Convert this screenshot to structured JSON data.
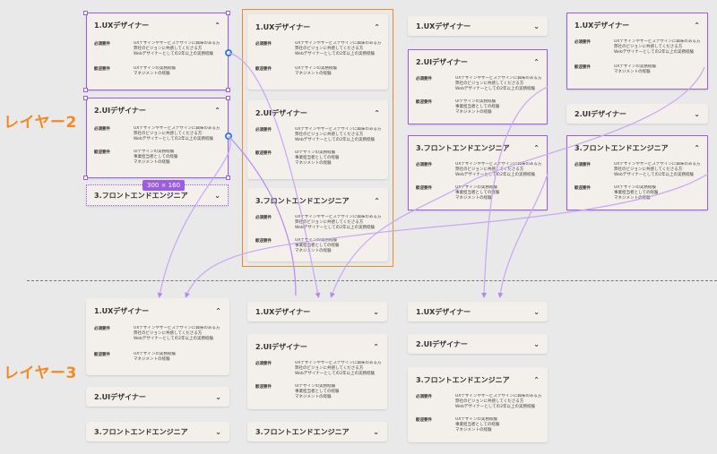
{
  "layers": {
    "layer2": "レイヤー2",
    "layer3": "レイヤー3"
  },
  "size_badge": "300 × 160",
  "colors": {
    "accent_orange": "#f08a24",
    "selection_purple": "#9b5de5",
    "prototype_wire": "#c9a6f5",
    "knob_blue": "#2f7de1"
  },
  "labels": {
    "required": "必須要件",
    "preferred": "歓迎要件"
  },
  "text": {
    "req_lines": [
      "UXデザインやサービスデザインに興味のある方",
      "弊社のビジョンに共感してくださる方",
      "Webデザイナーとしての2年以上の実務経験"
    ],
    "pref_ux": [
      "UXデザインの実務経験",
      "マネジメントの経験"
    ],
    "pref_ui": [
      "UIデザインの実務経験",
      "事業担当者としての経験",
      "マネジメントの経験"
    ],
    "pref_fe": [
      "UXデザインの実務経験",
      "事業担当者としての経験",
      "マネジメントの経験"
    ]
  },
  "cards": {
    "c1": "1.UXデザイナー",
    "c2": "2.UIデザイナー",
    "c3": "3.フロントエンドエンジニア",
    "c4": "1.UXデザイナー",
    "c5": "2.UIデザイナー",
    "c6": "3.フロントエンドエンジニア",
    "c7": "1.UXデザイナー",
    "c8": "2.UIデザイナー",
    "c9": "3.フロントエンドエンジニア",
    "c10": "1.UXデザイナー",
    "c11": "2.UIデザイナー",
    "c12": "3.フロントエンドエンジニア",
    "c13": "1.UXデザイナー",
    "c14": "2.UIデザイナー",
    "c15": "3.フロントエンドエンジニア",
    "c16": "1.UXデザイナー",
    "c17": "2.UIデザイナー",
    "c18": "3.フロントエンドエンジニア",
    "c19": "1.UXデザイナー",
    "c20": "2.UIデザイナー",
    "c21": "3.フロントエンドエンジニア"
  },
  "chevrons": {
    "up": "⌃",
    "down": "⌄"
  }
}
